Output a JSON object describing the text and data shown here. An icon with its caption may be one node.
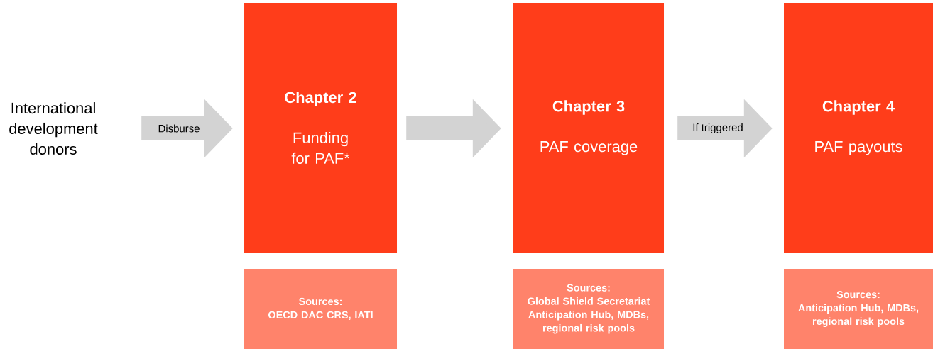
{
  "diagram": {
    "nodes": [
      {
        "text": [
          "International development donors"
        ]
      },
      {
        "text": [
          "Chapter 2",
          "Funding for PAF*"
        ]
      },
      {
        "text": [
          "Sources:",
          "OECD DAC CRS, IATI"
        ]
      },
      {
        "text": [
          "Chapter 3",
          "PAF coverage"
        ]
      },
      {
        "text": [
          "Sources:",
          "Global Shield Secretariat Anticipation Hub, MDBs, regional risk pools"
        ]
      },
      {
        "text": [
          "Chapter 4",
          "PAF payouts"
        ]
      },
      {
        "text": [
          "Sources:",
          "Anticipation Hub, MDBs, regional risk pools"
        ]
      }
    ],
    "edges": [
      {
        "from": 0,
        "to": 1,
        "arrow": "to",
        "label": "Disburse"
      },
      {
        "from": 1,
        "to": 3,
        "arrow": "to"
      },
      {
        "from": 3,
        "to": 5,
        "arrow": "to",
        "label": "If triggered"
      }
    ]
  }
}
